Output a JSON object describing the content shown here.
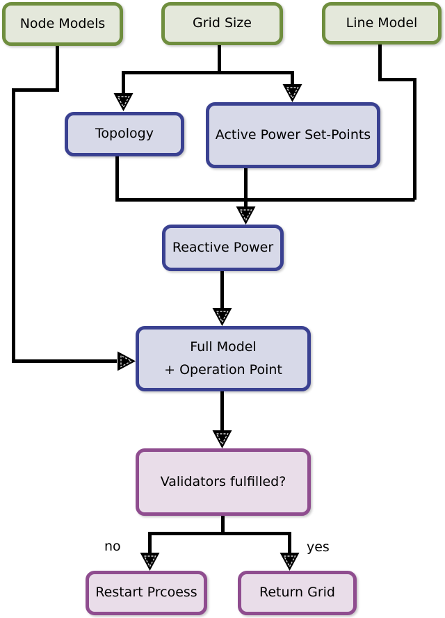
{
  "diagram": {
    "type": "flowchart",
    "nodes": [
      {
        "id": "node-models",
        "label": "Node Models",
        "role": "input"
      },
      {
        "id": "grid-size",
        "label": "Grid Size",
        "role": "input"
      },
      {
        "id": "line-model",
        "label": "Line Model",
        "role": "input"
      },
      {
        "id": "topology",
        "label": "Topology",
        "role": "process"
      },
      {
        "id": "active-power",
        "label": "Active Power Set-Points",
        "role": "process"
      },
      {
        "id": "reactive-power",
        "label": "Reactive Power",
        "role": "process"
      },
      {
        "id": "full-model",
        "label": "Full  Model\n+ Operation Point",
        "role": "process"
      },
      {
        "id": "validators",
        "label": "Validators fulfilled?",
        "role": "decision"
      },
      {
        "id": "restart",
        "label": "Restart Prcoess",
        "role": "result"
      },
      {
        "id": "return-grid",
        "label": "Return Grid",
        "role": "result"
      }
    ],
    "edges": [
      {
        "from": "node-models",
        "to": "full-model",
        "label": ""
      },
      {
        "from": "grid-size",
        "to": "topology",
        "label": ""
      },
      {
        "from": "grid-size",
        "to": "active-power",
        "label": ""
      },
      {
        "from": "line-model",
        "to": "reactive-power",
        "label": ""
      },
      {
        "from": "topology",
        "to": "reactive-power",
        "label": ""
      },
      {
        "from": "active-power",
        "to": "reactive-power",
        "label": ""
      },
      {
        "from": "reactive-power",
        "to": "full-model",
        "label": ""
      },
      {
        "from": "full-model",
        "to": "validators",
        "label": ""
      },
      {
        "from": "validators",
        "to": "restart",
        "label": "no"
      },
      {
        "from": "validators",
        "to": "return-grid",
        "label": "yes"
      }
    ],
    "edge_labels": {
      "no": "no",
      "yes": "yes"
    }
  },
  "colors": {
    "green-fill": "#e4e8db",
    "green-border": "#6f8e3e",
    "blue-fill": "#d7d9e8",
    "blue-border": "#3a4191",
    "purple-fill": "#e9dde9",
    "purple-border": "#8f4d8f",
    "line-color": "#000000"
  }
}
